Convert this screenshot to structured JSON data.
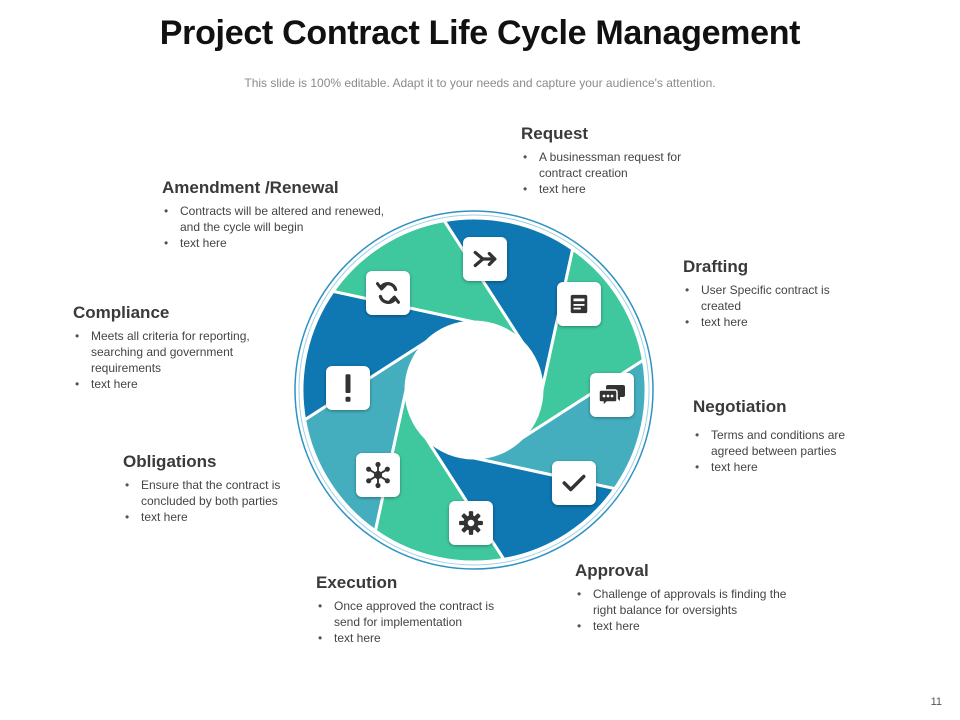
{
  "slide": {
    "title": "Project Contract Life Cycle Management",
    "subtitle": "This slide is 100% editable. Adapt it to your needs and capture your audience's attention.",
    "page_number": "11"
  },
  "colors": {
    "dark_blue": "#0f77b2",
    "green": "#3fc79e",
    "teal": "#44aebf",
    "ring": "#2f92c6"
  },
  "stages": [
    {
      "key": "request",
      "title": "Request",
      "icon": "split-arrow-icon",
      "bullets": [
        "A businessman request for contract creation",
        "text here"
      ]
    },
    {
      "key": "drafting",
      "title": "Drafting",
      "icon": "document-icon",
      "bullets": [
        "User Specific contract is created",
        "text here"
      ]
    },
    {
      "key": "negotiation",
      "title": "Negotiation",
      "icon": "chat-bubbles-icon",
      "bullets": [
        "Terms and conditions are agreed between parties",
        "text here"
      ]
    },
    {
      "key": "approval",
      "title": "Approval",
      "icon": "checkmark-icon",
      "bullets": [
        "Challenge of approvals is finding the right balance for oversights",
        "text here"
      ]
    },
    {
      "key": "execution",
      "title": "Execution",
      "icon": "gear-icon",
      "bullets": [
        "Once approved the contract is send for implementation",
        "text here"
      ]
    },
    {
      "key": "obligations",
      "title": "Obligations",
      "icon": "network-icon",
      "bullets": [
        "Ensure that the contract is concluded by both parties",
        "text here"
      ]
    },
    {
      "key": "compliance",
      "title": "Compliance",
      "icon": "exclamation-icon",
      "bullets": [
        "Meets all criteria for reporting, searching and government requirements",
        "text here"
      ]
    },
    {
      "key": "amendment",
      "title": "Amendment /Renewal",
      "icon": "refresh-arrows-icon",
      "bullets": [
        "Contracts will be altered and renewed, and the cycle will begin",
        "text here"
      ]
    }
  ]
}
